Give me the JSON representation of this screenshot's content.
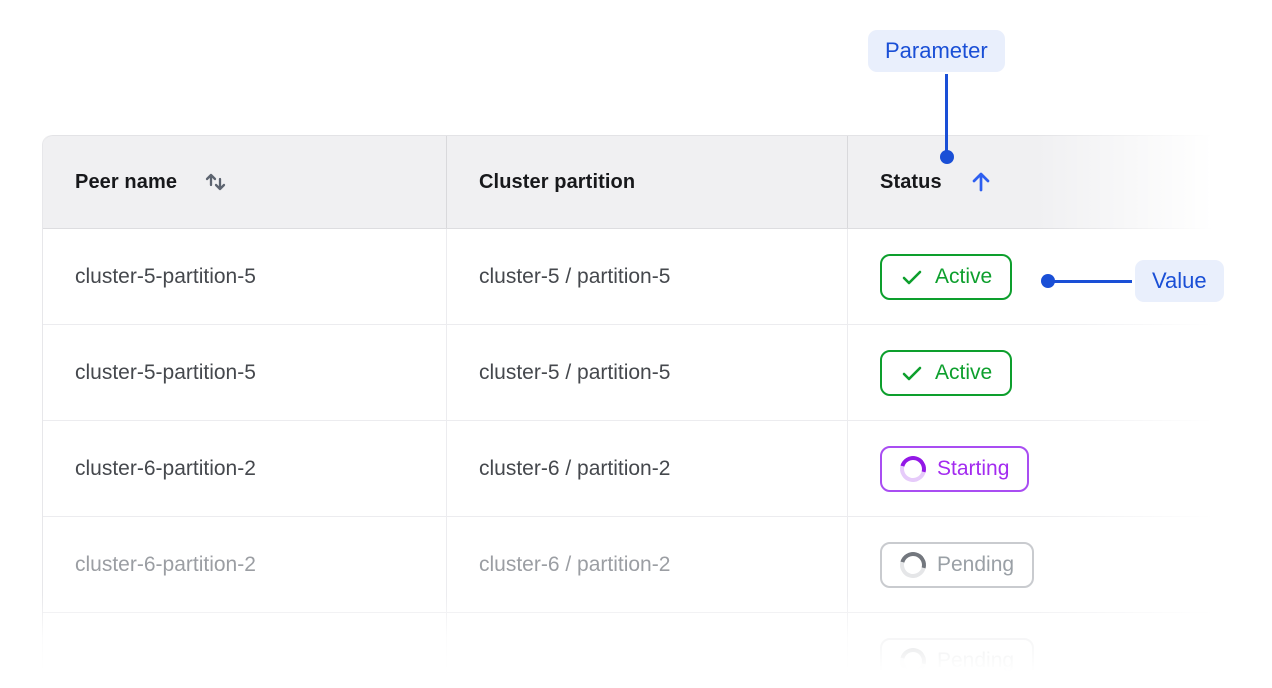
{
  "annotations": {
    "parameter": {
      "label": "Parameter"
    },
    "value": {
      "label": "Value"
    },
    "accent_color": "#1a4fd6",
    "pill_bg_color": "#e9effc"
  },
  "table": {
    "columns": [
      {
        "label": "Peer name",
        "sort": "unsorted"
      },
      {
        "label": "Cluster partition",
        "sort": "none"
      },
      {
        "label": "Status",
        "sort": "ascending"
      }
    ],
    "rows": [
      {
        "peer_name": "cluster-5-partition-5",
        "cluster_partition": "cluster-5 / partition-5",
        "status": "Active",
        "state": "active"
      },
      {
        "peer_name": "cluster-5-partition-5",
        "cluster_partition": "cluster-5 / partition-5",
        "status": "Active",
        "state": "active"
      },
      {
        "peer_name": "cluster-6-partition-2",
        "cluster_partition": "cluster-6 / partition-2",
        "status": "Starting",
        "state": "starting"
      },
      {
        "peer_name": "cluster-6-partition-2",
        "cluster_partition": "cluster-6 / partition-2",
        "status": "Pending",
        "state": "pending"
      },
      {
        "peer_name": "",
        "cluster_partition": "",
        "status": "Pending",
        "state": "pending"
      }
    ]
  },
  "status_colors": {
    "active": "#0d9f2d",
    "starting": "#a32bf0",
    "pending": "#9aa0a6"
  }
}
